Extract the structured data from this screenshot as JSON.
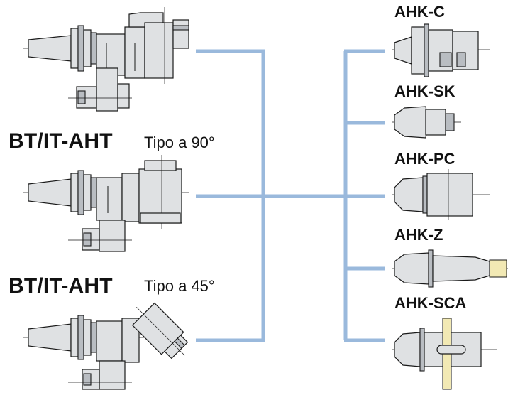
{
  "left_groups": [
    {
      "title": "",
      "subtitle": ""
    },
    {
      "title": "BT/IT-AHT",
      "subtitle": "Tipo a 90°"
    },
    {
      "title": "BT/IT-AHT",
      "subtitle": "Tipo a 45°"
    }
  ],
  "right_items": [
    {
      "label": "AHK-C"
    },
    {
      "label": "AHK-SK"
    },
    {
      "label": "AHK-PC"
    },
    {
      "label": "AHK-Z"
    },
    {
      "label": "AHK-SCA"
    }
  ],
  "colors": {
    "connector": "#9ab9dc",
    "drawing_fill": "#dfe1e3",
    "drawing_dark": "#b9bdc2",
    "accent_yellow": "#f2e9b4"
  }
}
